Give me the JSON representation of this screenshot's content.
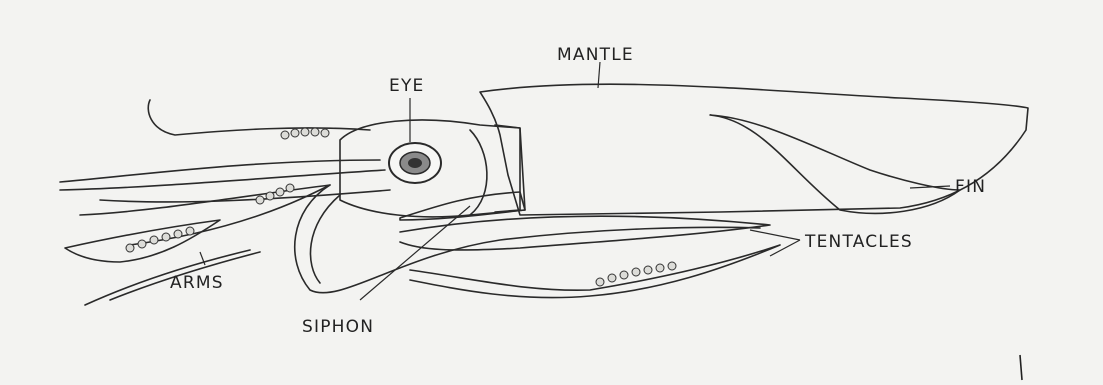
{
  "diagram": {
    "labels": {
      "mantle": "MANTLE",
      "eye": "EYE",
      "fin": "FIN",
      "tentacles": "TENTACLES",
      "arms": "ARMS",
      "siphon": "SIPHON"
    },
    "colors": {
      "paper": "#f3f3f1",
      "ink": "#2a2a2a",
      "stipple": "#555555"
    }
  }
}
